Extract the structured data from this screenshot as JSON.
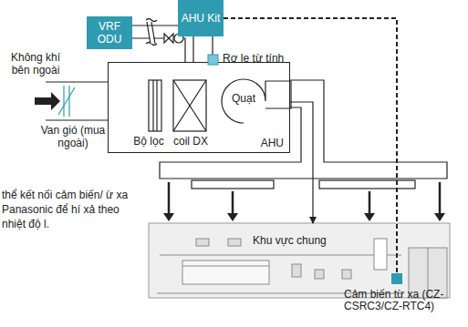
{
  "diagram": {
    "nodes": [
      {
        "text": [
          "VRF ODU"
        ]
      },
      {
        "text": [
          "AHU Kit"
        ]
      },
      {
        "text": [
          "AHU"
        ]
      },
      {
        "text": [
          "Quạt"
        ],
        "in": 2
      },
      {
        "text": [
          "Khu vực chung"
        ]
      },
      {
        "text": [
          "Cảm biến từ xa (CZ-CSRC3/CZ-RTC4)"
        ],
        "in": 4
      }
    ],
    "edges": [
      {
        "from": 0,
        "to": 2,
        "arrow": "none"
      },
      {
        "from": 1,
        "to": 5,
        "arrow": "none"
      },
      {
        "from": 2,
        "to": 4,
        "arrow": "to"
      },
      {
        "from": 1,
        "to": 2,
        "arrow": "none"
      }
    ],
    "labels": [
      "Không khí bên ngoài",
      "Van gió (mua ngoài)",
      "Bộ lọc",
      "coil DX",
      "Rơ le từ tính",
      "thể kết nối cảm biến/ ừ xa Panasonic để hí xả theo nhiệt độ l."
    ]
  }
}
